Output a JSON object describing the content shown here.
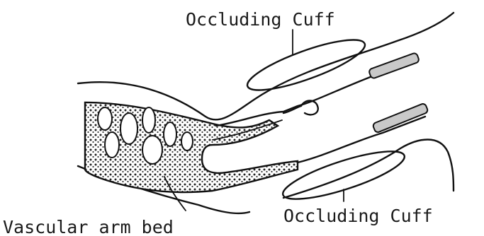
{
  "labels": {
    "top_cuff": "Occluding Cuff",
    "bottom_cuff": "Occluding Cuff",
    "arm_bed": "Vascular arm bed"
  }
}
